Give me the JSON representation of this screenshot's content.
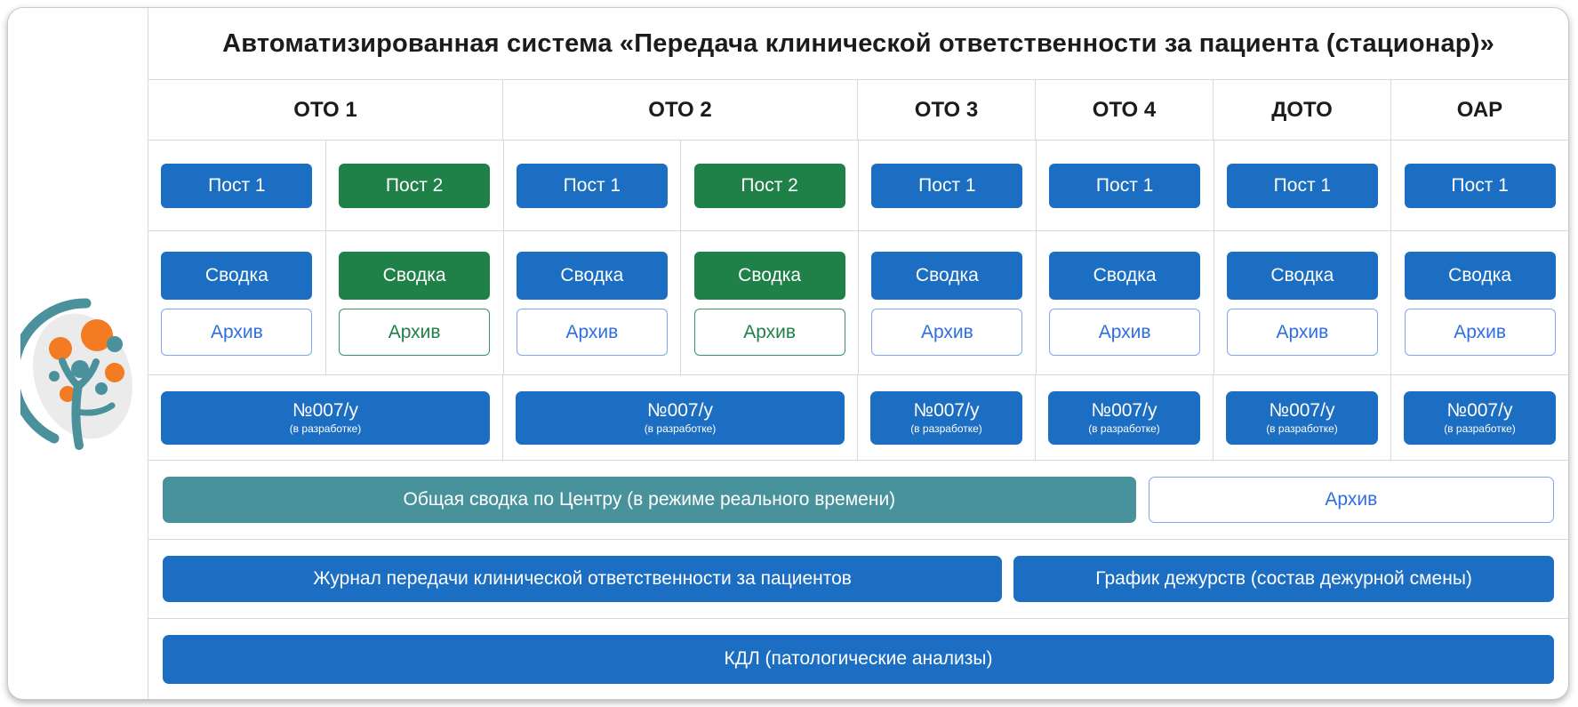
{
  "title": "Автоматизированная система «Передача клинической ответственности за пациента (стационар)»",
  "departments": [
    {
      "label": "ОТО 1"
    },
    {
      "label": "ОТО 2"
    },
    {
      "label": "ОТО 3"
    },
    {
      "label": "ОТО 4"
    },
    {
      "label": "ДОТО"
    },
    {
      "label": "ОАР"
    }
  ],
  "post_buttons": [
    {
      "label": "Пост 1",
      "color": "blue"
    },
    {
      "label": "Пост 2",
      "color": "green"
    },
    {
      "label": "Пост 1",
      "color": "blue"
    },
    {
      "label": "Пост 2",
      "color": "green"
    },
    {
      "label": "Пост 1",
      "color": "blue"
    },
    {
      "label": "Пост 1",
      "color": "blue"
    },
    {
      "label": "Пост 1",
      "color": "blue"
    },
    {
      "label": "Пост 1",
      "color": "blue"
    }
  ],
  "summary_cells": [
    {
      "svodka": "Сводка",
      "arhiv": "Архив",
      "color": "blue"
    },
    {
      "svodka": "Сводка",
      "arhiv": "Архив",
      "color": "green"
    },
    {
      "svodka": "Сводка",
      "arhiv": "Архив",
      "color": "blue"
    },
    {
      "svodka": "Сводка",
      "arhiv": "Архив",
      "color": "green"
    },
    {
      "svodka": "Сводка",
      "arhiv": "Архив",
      "color": "blue"
    },
    {
      "svodka": "Сводка",
      "arhiv": "Архив",
      "color": "blue"
    },
    {
      "svodka": "Сводка",
      "arhiv": "Архив",
      "color": "blue"
    },
    {
      "svodka": "Сводка",
      "arhiv": "Архив",
      "color": "blue"
    }
  ],
  "form007_cells": [
    {
      "label": "№007/у",
      "note": "(в разработке)"
    },
    {
      "label": "№007/у",
      "note": "(в разработке)"
    },
    {
      "label": "№007/у",
      "note": "(в разработке)"
    },
    {
      "label": "№007/у",
      "note": "(в разработке)"
    },
    {
      "label": "№007/у",
      "note": "(в разработке)"
    },
    {
      "label": "№007/у",
      "note": "(в разработке)"
    }
  ],
  "footer": {
    "center_summary": "Общая сводка по Центру (в режиме реального времени)",
    "center_archive": "Архив",
    "journal": "Журнал передачи клинической ответственности за пациентов",
    "duty_schedule": "График дежурств (состав дежурной смены)",
    "kdl": "КДЛ (патологические анализы)"
  },
  "colors": {
    "primary_blue": "#1b6ec2",
    "green": "#1f8048",
    "teal": "#48929b",
    "archive_blue_text": "#2e6fe0",
    "archive_green_text": "#1f8048",
    "grid_line": "#d9d9d9",
    "logo_teal": "#4a919b",
    "logo_orange": "#f37b21"
  }
}
